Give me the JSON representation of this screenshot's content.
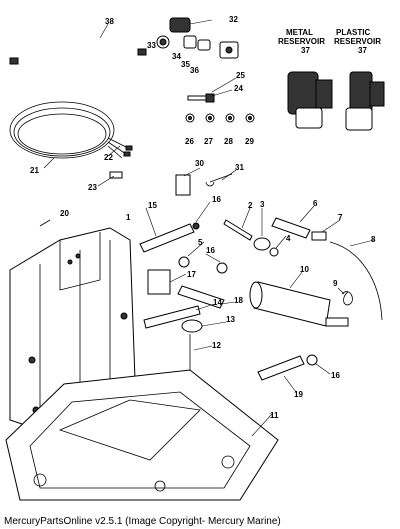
{
  "footer": "MercuryPartsOnline v2.5.1 (Image Copyright- Mercury Marine)",
  "reservoir_labels": {
    "metal": "METAL RESERVOIR",
    "metal_num": "37",
    "plastic": "PLASTIC RESERVOIR",
    "plastic_num": "37"
  },
  "callouts": [
    {
      "id": "p38",
      "label": "38"
    },
    {
      "id": "p32",
      "label": "32"
    },
    {
      "id": "p33",
      "label": "33"
    },
    {
      "id": "p34",
      "label": "34"
    },
    {
      "id": "p35",
      "label": "35"
    },
    {
      "id": "p36",
      "label": "36"
    },
    {
      "id": "p25",
      "label": "25"
    },
    {
      "id": "p24",
      "label": "24"
    },
    {
      "id": "p26",
      "label": "26"
    },
    {
      "id": "p27",
      "label": "27"
    },
    {
      "id": "p28",
      "label": "28"
    },
    {
      "id": "p29",
      "label": "29"
    },
    {
      "id": "p22",
      "label": "22"
    },
    {
      "id": "p21",
      "label": "21"
    },
    {
      "id": "p23",
      "label": "23"
    },
    {
      "id": "p30",
      "label": "30"
    },
    {
      "id": "p31",
      "label": "31"
    },
    {
      "id": "p20",
      "label": "20"
    },
    {
      "id": "p1",
      "label": "1"
    },
    {
      "id": "p15",
      "label": "15"
    },
    {
      "id": "p16a",
      "label": "16"
    },
    {
      "id": "p2",
      "label": "2"
    },
    {
      "id": "p3",
      "label": "3"
    },
    {
      "id": "p6",
      "label": "6"
    },
    {
      "id": "p4",
      "label": "4"
    },
    {
      "id": "p7",
      "label": "7"
    },
    {
      "id": "p8",
      "label": "8"
    },
    {
      "id": "p5",
      "label": "5"
    },
    {
      "id": "p16b",
      "label": "16"
    },
    {
      "id": "p17",
      "label": "17"
    },
    {
      "id": "p18",
      "label": "18"
    },
    {
      "id": "p10",
      "label": "10"
    },
    {
      "id": "p9",
      "label": "9"
    },
    {
      "id": "p14",
      "label": "14"
    },
    {
      "id": "p13",
      "label": "13"
    },
    {
      "id": "p12",
      "label": "12"
    },
    {
      "id": "p16c",
      "label": "16"
    },
    {
      "id": "p19",
      "label": "19"
    },
    {
      "id": "p11",
      "label": "11"
    }
  ]
}
